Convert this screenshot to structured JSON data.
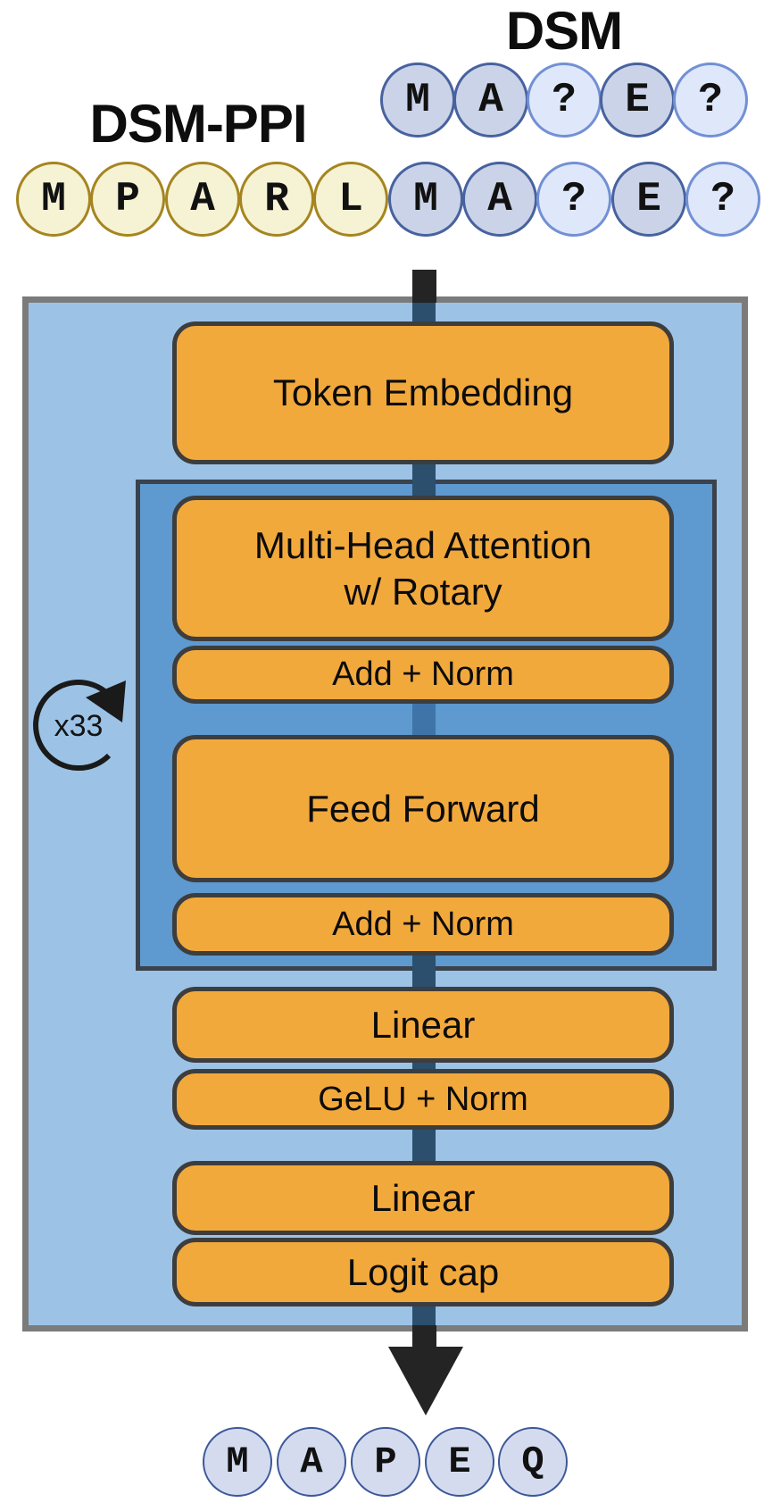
{
  "titles": {
    "dsm": "DSM",
    "dsm_ppi": "DSM-PPI"
  },
  "sequences": {
    "dsm": [
      "M",
      "A",
      "?",
      "E",
      "?"
    ],
    "ppi": [
      "M",
      "P",
      "A",
      "R",
      "L",
      "M",
      "A",
      "?",
      "E",
      "?"
    ],
    "output": [
      "M",
      "A",
      "P",
      "E",
      "Q"
    ]
  },
  "blocks": {
    "token_embedding": "Token Embedding",
    "mha_line1": "Multi-Head Attention",
    "mha_line2": "w/ Rotary",
    "add_norm_1": "Add + Norm",
    "feed_forward": "Feed Forward",
    "add_norm_2": "Add + Norm",
    "linear_1": "Linear",
    "gelu_norm": "GeLU + Norm",
    "linear_2": "Linear",
    "logit_cap": "Logit cap"
  },
  "loop": {
    "label": "x33"
  },
  "colors": {
    "outer_fill": "#9cc3e6",
    "outer_border": "#7b7b7b",
    "inner_fill": "#5e99cf",
    "inner_border": "#3a424b",
    "block_fill": "#f2a93c",
    "block_border": "#3d3d3d",
    "connector_dark": "#2b4f6d",
    "connector_inner": "#3f74a8",
    "arrow_black": "#242424",
    "token_yellow_fill": "#f6f2d4",
    "token_yellow_border": "#a5851f",
    "token_blue_fill": "#cbd3e8",
    "token_blue_border": "#47629e",
    "token_masked_fill": "#dfe7fa",
    "token_masked_border": "#7290d4",
    "token_output_fill": "#d5dbef",
    "token_output_border": "#3b5898"
  }
}
